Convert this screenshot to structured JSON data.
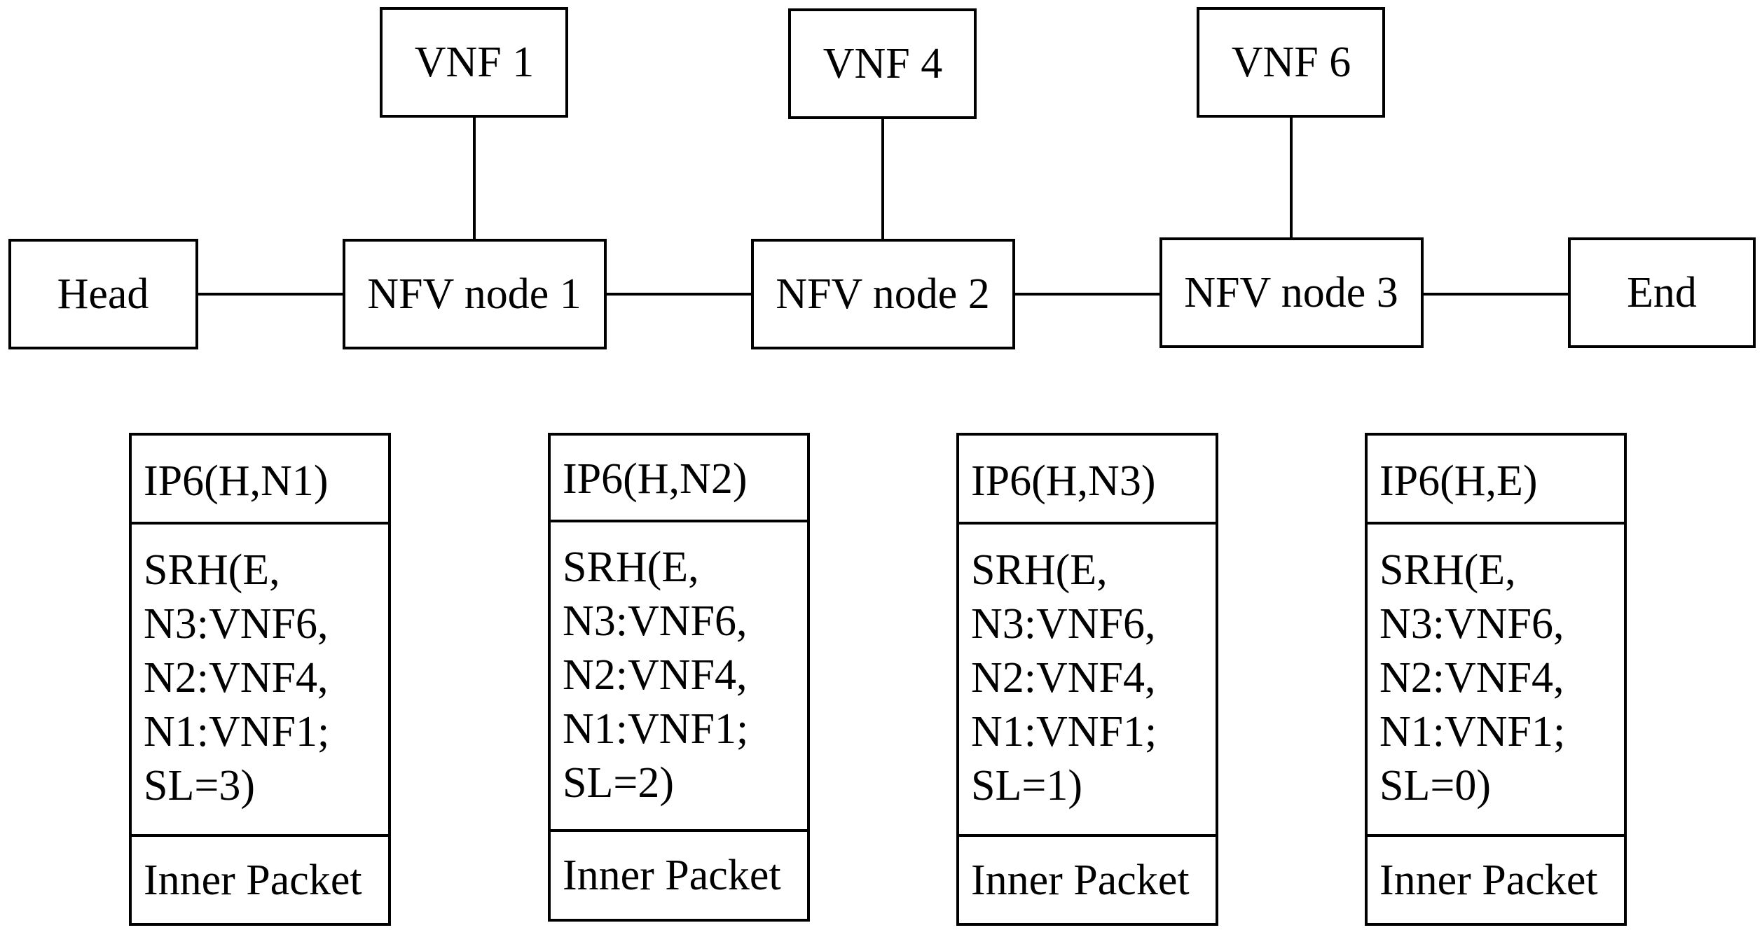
{
  "nodes": {
    "head": "Head",
    "nfv1": "NFV node 1",
    "nfv2": "NFV node 2",
    "nfv3": "NFV node 3",
    "end": "End",
    "vnf1": "VNF 1",
    "vnf4": "VNF 4",
    "vnf6": "VNF 6"
  },
  "packets": [
    {
      "ip6": "IP6(H,N1)",
      "srh": [
        "SRH(E,",
        "N3:VNF6,",
        "N2:VNF4,",
        "N1:VNF1;",
        "SL=3)"
      ],
      "inner": "Inner Packet"
    },
    {
      "ip6": "IP6(H,N2)",
      "srh": [
        "SRH(E,",
        "N3:VNF6,",
        "N2:VNF4,",
        "N1:VNF1;",
        "SL=2)"
      ],
      "inner": "Inner Packet"
    },
    {
      "ip6": "IP6(H,N3)",
      "srh": [
        "SRH(E,",
        "N3:VNF6,",
        "N2:VNF4,",
        "N1:VNF1;",
        "SL=1)"
      ],
      "inner": "Inner Packet"
    },
    {
      "ip6": "IP6(H,E)",
      "srh": [
        "SRH(E,",
        "N3:VNF6,",
        "N2:VNF4,",
        "N1:VNF1;",
        "SL=0)"
      ],
      "inner": "Inner Packet"
    }
  ]
}
